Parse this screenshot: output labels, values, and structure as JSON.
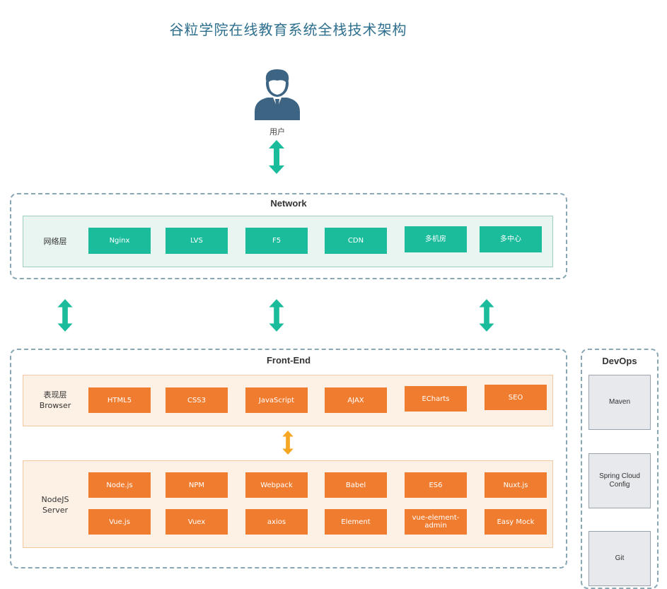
{
  "title": "谷粒学院在线教育系统全栈技术架构",
  "user": {
    "label": "用户"
  },
  "colors": {
    "network_tile": "#1abc9c",
    "frontend_tile": "#f07c30",
    "arrow_green": "#1abc9c",
    "arrow_orange": "#f5a623",
    "group_border": "#8aa7b5"
  },
  "network": {
    "title": "Network",
    "layer_label": "网络层",
    "tiles": [
      "Nginx",
      "LVS",
      "F5",
      "CDN",
      "多机房",
      "多中心"
    ]
  },
  "frontend": {
    "title": "Front-End",
    "browser_layer": {
      "label_line1": "表现层",
      "label_line2": "Browser",
      "tiles": [
        "HTML5",
        "CSS3",
        "JavaScript",
        "AJAX",
        "ECharts",
        "SEO"
      ]
    },
    "server_layer": {
      "label_line1": "NodeJS",
      "label_line2": "Server",
      "row1": [
        "Node.js",
        "NPM",
        "Webpack",
        "Babel",
        "ES6",
        "Nuxt.js"
      ],
      "row2": [
        "Vue.js",
        "Vuex",
        "axios",
        "Element",
        "vue-element-admin",
        "Easy Mock"
      ]
    }
  },
  "devops": {
    "title": "DevOps",
    "items": [
      "Maven",
      "Spring Cloud Config",
      "Git"
    ]
  }
}
